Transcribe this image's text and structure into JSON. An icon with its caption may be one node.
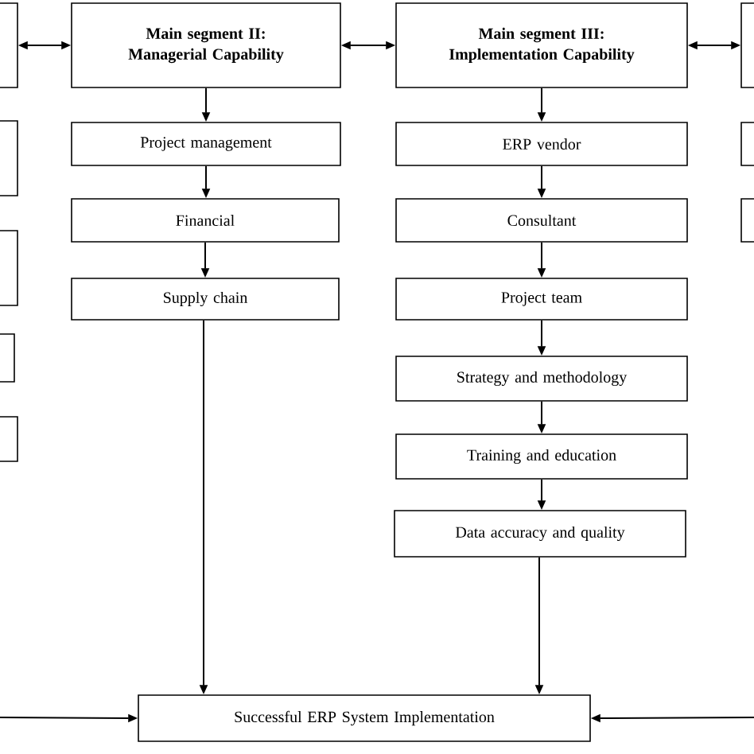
{
  "diagram": {
    "nodes": [
      {
        "text": [],
        "shape": "box"
      },
      {
        "text": [
          "Main segment II: Managerial Capability"
        ]
      },
      {
        "text": [
          "Main segment III: Implementation Capability"
        ]
      },
      {
        "text": [],
        "shape": "box"
      },
      {
        "text": [],
        "shape": "box"
      },
      {
        "text": [
          "Project management"
        ]
      },
      {
        "text": [
          "ERP vendor"
        ]
      },
      {
        "text": [],
        "shape": "box"
      },
      {
        "text": [],
        "shape": "box"
      },
      {
        "text": [
          "Financial"
        ]
      },
      {
        "text": [
          "Consultant"
        ]
      },
      {
        "text": [],
        "shape": "box"
      },
      {
        "text": [
          "Supply chain"
        ]
      },
      {
        "text": [
          "Project team"
        ]
      },
      {
        "text": [],
        "shape": "box"
      },
      {
        "text": [
          "Strategy and methodology"
        ]
      },
      {
        "text": [],
        "shape": "box"
      },
      {
        "text": [
          "Training and education"
        ]
      },
      {
        "text": [
          "Data accuracy and quality"
        ]
      },
      {
        "text": [
          "Successful ERP System Implementation"
        ]
      }
    ],
    "edges": [
      {
        "from": 0,
        "to": 1,
        "arrow": "both"
      },
      {
        "from": 1,
        "to": 2,
        "arrow": "both"
      },
      {
        "from": 2,
        "to": 3,
        "arrow": "both"
      },
      {
        "from": 1,
        "to": 5,
        "arrow": "to"
      },
      {
        "from": 5,
        "to": 9,
        "arrow": "to"
      },
      {
        "from": 9,
        "to": 12,
        "arrow": "to"
      },
      {
        "from": 12,
        "to": 19,
        "arrow": "to"
      },
      {
        "from": 2,
        "to": 6,
        "arrow": "to"
      },
      {
        "from": 6,
        "to": 10,
        "arrow": "to"
      },
      {
        "from": 10,
        "to": 13,
        "arrow": "to"
      },
      {
        "from": 13,
        "to": 15,
        "arrow": "to"
      },
      {
        "from": 15,
        "to": 17,
        "arrow": "to"
      },
      {
        "from": 17,
        "to": 18,
        "arrow": "to"
      },
      {
        "from": 18,
        "to": 19,
        "arrow": "to"
      },
      {
        "from": null,
        "to": 19,
        "arrow": "to"
      },
      {
        "from": null,
        "to": 19,
        "arrow": "to"
      }
    ]
  }
}
